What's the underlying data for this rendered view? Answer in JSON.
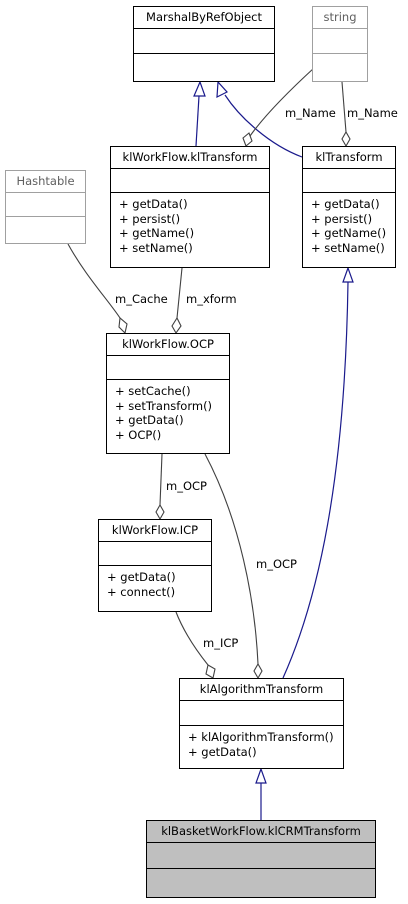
{
  "classes": [
    {
      "id": "marshal",
      "name": "MarshalByRefObject",
      "members": []
    },
    {
      "id": "string",
      "name": "string",
      "members": []
    },
    {
      "id": "wfklt",
      "name": "klWorkFlow.klTransform",
      "members": [
        "+ getData()",
        "+ persist()",
        "+ getName()",
        "+ setName()"
      ]
    },
    {
      "id": "klt",
      "name": "klTransform",
      "members": [
        "+ getData()",
        "+ persist()",
        "+ getName()",
        "+ setName()"
      ]
    },
    {
      "id": "hashtable",
      "name": "Hashtable",
      "members": []
    },
    {
      "id": "ocp",
      "name": "klWorkFlow.OCP",
      "members": [
        "+ setCache()",
        "+ setTransform()",
        "+ getData()",
        "+ OCP()"
      ]
    },
    {
      "id": "icp",
      "name": "klWorkFlow.ICP",
      "members": [
        "+ getData()",
        "+ connect()"
      ]
    },
    {
      "id": "algo",
      "name": "klAlgorithmTransform",
      "members": [
        "+ klAlgorithmTransform()",
        "+ getData()"
      ]
    },
    {
      "id": "basket",
      "name": "klBasketWorkFlow.klCRMTransform",
      "members": []
    }
  ],
  "edge_labels": {
    "wfklt_name": "m_Name",
    "klt_name": "m_Name",
    "cache": "m_Cache",
    "xform": "m_xform",
    "ocp_icp": "m_OCP",
    "ocp_algo": "m_OCP",
    "icp_algo": "m_ICP"
  },
  "colors": {
    "inheritance": "#1a1a8c",
    "association": "#404040",
    "focus_fill": "#bfbfbf"
  }
}
